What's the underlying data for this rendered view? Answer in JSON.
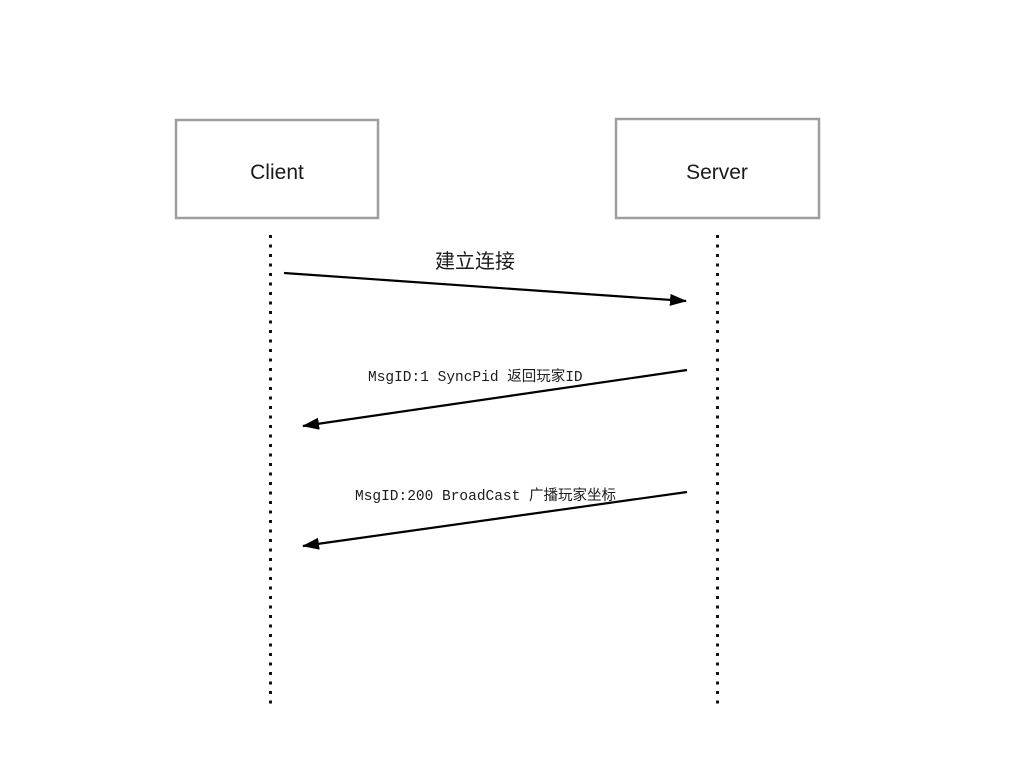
{
  "diagram": {
    "type": "sequence-diagram",
    "actors": [
      {
        "id": "client",
        "name": "Client"
      },
      {
        "id": "server",
        "name": "Server"
      }
    ],
    "messages": [
      {
        "label": "建立连接",
        "from": "client",
        "to": "server",
        "label_style": "chinese-sans"
      },
      {
        "label": "MsgID:1 SyncPid 返回玩家ID",
        "from": "server",
        "to": "client",
        "label_style": "monospace"
      },
      {
        "label": "MsgID:200 BroadCast 广播玩家坐标",
        "from": "server",
        "to": "client",
        "label_style": "monospace"
      }
    ],
    "colors": {
      "background": "#ffffff",
      "actor_box_fill": "#ffffff",
      "actor_box_border": "#9b9ea3",
      "lifeline": "#111111",
      "arrow": "#000000",
      "text": "#1a1a1a"
    }
  }
}
